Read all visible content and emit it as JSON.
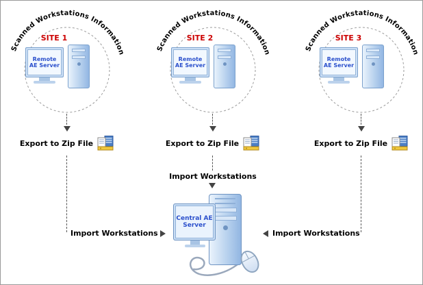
{
  "sites": [
    {
      "arc_label": "Scanned Workstations Information",
      "site_label": "SITE 1",
      "server_label": "Remote AE Server",
      "export_label": "Export to Zip File",
      "import_label": "Import Workstations"
    },
    {
      "arc_label": "Scanned Workstations Information",
      "site_label": "SITE 2",
      "server_label": "Remote AE Server",
      "export_label": "Export to Zip File",
      "import_label": "Import Workstations"
    },
    {
      "arc_label": "Scanned Workstations Information",
      "site_label": "SITE 3",
      "server_label": "Remote AE Server",
      "export_label": "Export to Zip File",
      "import_label": "Import Workstations"
    }
  ],
  "central": {
    "server_label": "Central AE Server"
  },
  "colors": {
    "site_label": "#cc0000",
    "screen_text": "#2b50cc",
    "diagram_text": "#000000",
    "computer_fill": "#b9d2ee",
    "zip_icon_accent": "#f0c83c"
  },
  "icons": {
    "export": "zip-file-icon",
    "workstation": "computer-icon",
    "central_server": "computer-with-mouse-icon",
    "arrow_down": "▼",
    "arrow_right": "►",
    "arrow_left": "◄"
  }
}
